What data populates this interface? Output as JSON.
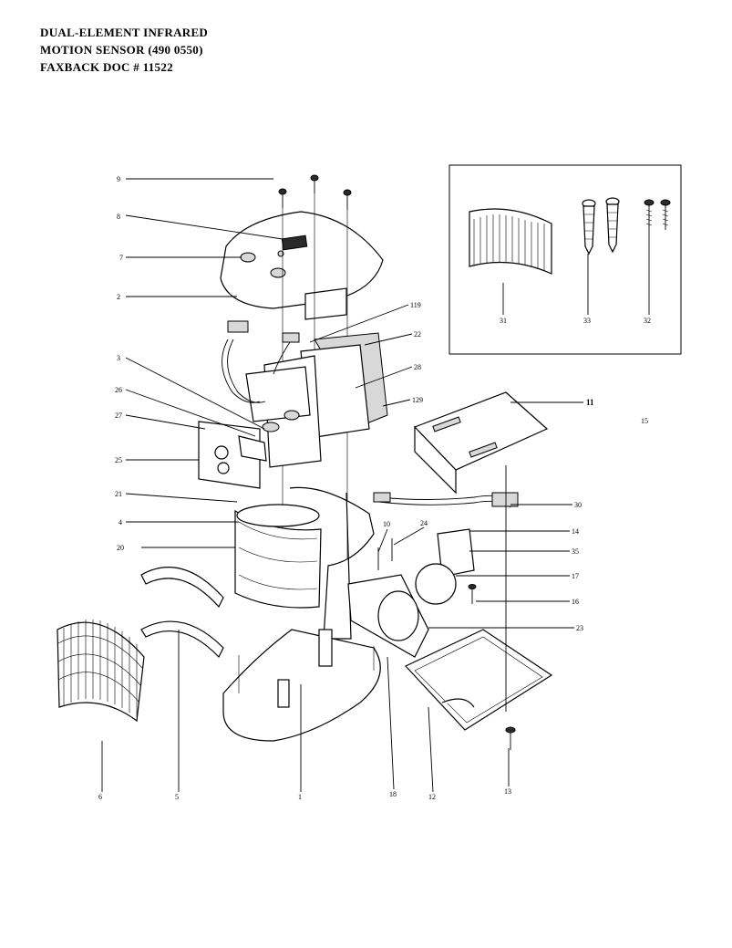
{
  "header": {
    "line1": "DUAL-ELEMENT INFRARED",
    "line2": "MOTION SENSOR  (490 0550)",
    "line3": "FAXBACK DOC # 11522"
  },
  "labels": {
    "l9": "9",
    "l8": "8",
    "l7": "7",
    "l2": "2",
    "l3": "3",
    "l26": "26",
    "l27": "27",
    "l25": "25",
    "l21": "21",
    "l4": "4",
    "l20": "20",
    "l119": "119",
    "l22": "22",
    "l28": "28",
    "l129": "129",
    "l11": "11",
    "l15": "15",
    "l30": "30",
    "l14": "14",
    "l35": "35",
    "l17": "17",
    "l16": "16",
    "l23": "23",
    "l10": "10",
    "l24": "24",
    "l31": "31",
    "l33": "33",
    "l32": "32",
    "l6": "6",
    "l5": "5",
    "l1": "1",
    "l18": "18",
    "l12": "12",
    "l13": "13"
  }
}
